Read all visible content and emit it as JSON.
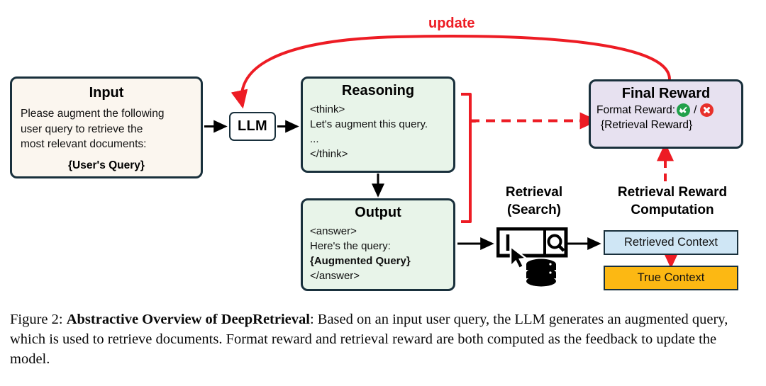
{
  "figure": {
    "input": {
      "title": "Input",
      "body_lines": [
        "Please augment the following",
        "user query to retrieve the",
        "most relevant documents:"
      ],
      "placeholder_token": "{User's Query}"
    },
    "llm": {
      "label": "LLM"
    },
    "reasoning": {
      "title": "Reasoning",
      "lines": [
        "<think>",
        "Let's augment this query.",
        "...",
        "</think>"
      ]
    },
    "output": {
      "title": "Output",
      "lines": [
        "<answer>",
        "Here's the query:",
        "{Augmented Query}",
        "</answer>"
      ],
      "bold_line_index": 2
    },
    "final_reward": {
      "title": "Final Reward",
      "format_label": "Format Reward:",
      "separator": "/",
      "ok_icon": "check-circle-icon",
      "fail_icon": "x-circle-icon",
      "retrieval_token": "{Retrieval Reward}"
    },
    "retrieval": {
      "title_line_1": "Retrieval",
      "title_line_2": "(Search)",
      "search_icon": "magnifier-icon",
      "cursor_icon": "mouse-pointer-icon",
      "database_icon": "database-stack-icon"
    },
    "reward_computation": {
      "title_line_1": "Retrieval Reward",
      "title_line_2": "Computation",
      "retrieved_context": "Retrieved Context",
      "true_context": "True Context"
    },
    "update_arrow": {
      "label": "update"
    },
    "colors": {
      "border": "#19303c",
      "input_fill": "#fbf6ef",
      "green_fill": "#e8f4e9",
      "purple_fill": "#e7e1f0",
      "retrieved_fill": "#cfe6f5",
      "true_fill": "#fcb813",
      "accent_red": "#ed1c24",
      "ok_green": "#21a04a",
      "fail_red": "#e8302a"
    }
  },
  "caption": {
    "label": "Figure 2:",
    "bold_title": "Abstractive Overview of DeepRetrieval",
    "rest": ": Based on an input user query, the LLM generates an augmented query, which is used to retrieve documents. Format reward and retrieval reward are both computed as the feedback to update the model."
  }
}
